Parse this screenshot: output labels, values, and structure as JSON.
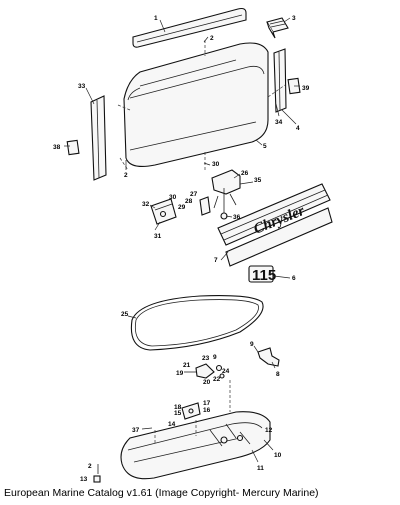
{
  "decal": {
    "brand": "Chrysler",
    "model": "115"
  },
  "callouts": [
    {
      "id": "c1",
      "text": "1"
    },
    {
      "id": "c2a",
      "text": "2"
    },
    {
      "id": "c3",
      "text": "3"
    },
    {
      "id": "c33",
      "text": "33"
    },
    {
      "id": "c39",
      "text": "39"
    },
    {
      "id": "c34",
      "text": "34"
    },
    {
      "id": "c4",
      "text": "4"
    },
    {
      "id": "c38",
      "text": "38"
    },
    {
      "id": "c5",
      "text": "5"
    },
    {
      "id": "c2b",
      "text": "2"
    },
    {
      "id": "c30a",
      "text": "30"
    },
    {
      "id": "c26",
      "text": "26"
    },
    {
      "id": "c35",
      "text": "35"
    },
    {
      "id": "c30b",
      "text": "30"
    },
    {
      "id": "c27",
      "text": "27"
    },
    {
      "id": "c28",
      "text": "28"
    },
    {
      "id": "c29",
      "text": "29"
    },
    {
      "id": "c32",
      "text": "32"
    },
    {
      "id": "c36",
      "text": "36"
    },
    {
      "id": "c31",
      "text": "31"
    },
    {
      "id": "c7",
      "text": "7"
    },
    {
      "id": "c6",
      "text": "6"
    },
    {
      "id": "c25",
      "text": "25"
    },
    {
      "id": "c9a",
      "text": "9"
    },
    {
      "id": "c23",
      "text": "23"
    },
    {
      "id": "c9b",
      "text": "9"
    },
    {
      "id": "c21",
      "text": "21"
    },
    {
      "id": "c19",
      "text": "19"
    },
    {
      "id": "c24",
      "text": "24"
    },
    {
      "id": "c22",
      "text": "22"
    },
    {
      "id": "c20",
      "text": "20"
    },
    {
      "id": "c8",
      "text": "8"
    },
    {
      "id": "c18",
      "text": "18"
    },
    {
      "id": "c17",
      "text": "17"
    },
    {
      "id": "c15",
      "text": "15"
    },
    {
      "id": "c16",
      "text": "16"
    },
    {
      "id": "c37",
      "text": "37"
    },
    {
      "id": "c14",
      "text": "14"
    },
    {
      "id": "c12",
      "text": "12"
    },
    {
      "id": "c10",
      "text": "10"
    },
    {
      "id": "c11",
      "text": "11"
    },
    {
      "id": "c2c",
      "text": "2"
    },
    {
      "id": "c13",
      "text": "13"
    }
  ],
  "caption": "European Marine Catalog v1.61 (Image Copyright- Mercury Marine)"
}
